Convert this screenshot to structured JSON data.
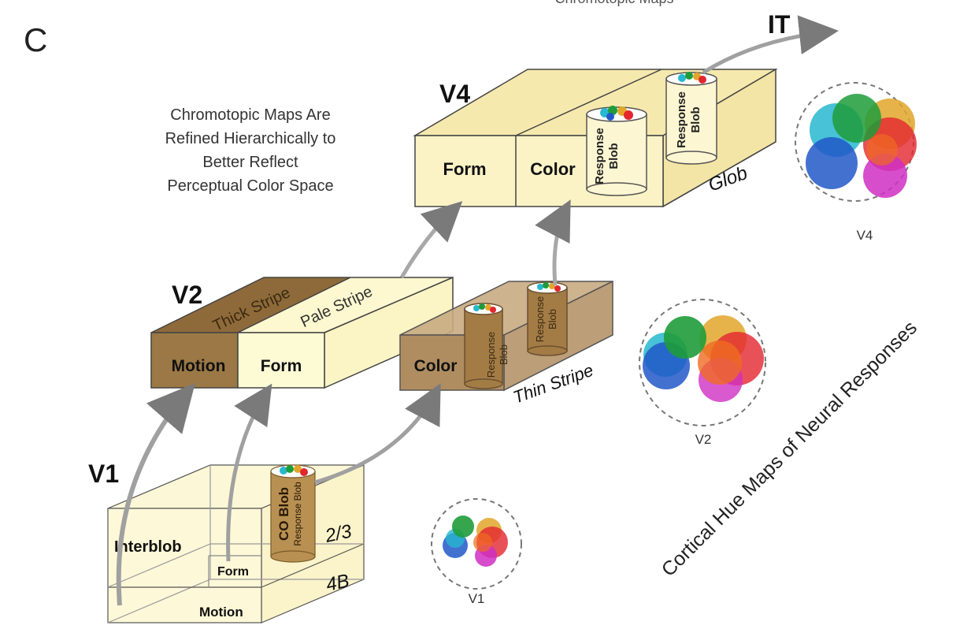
{
  "panel_letter": "C",
  "cropped_top_text": "Chromotopic Maps",
  "headline": {
    "line1": "Chromotopic Maps Are",
    "line2": "Refined Hierarchically to",
    "line3": "Better Reflect",
    "line4": "Perceptual Color Space"
  },
  "areas": {
    "v1": "V1",
    "v2": "V2",
    "v4": "V4",
    "it": "IT"
  },
  "v1_labels": {
    "interblob": "Interblob",
    "form": "Form",
    "motion": "Motion",
    "layer_23": "2/3",
    "layer_4b": "4B",
    "co_blob": "CO Blob",
    "response_blob": "Response Blob"
  },
  "v2_labels": {
    "thick_stripe": "Thick Stripe",
    "pale_stripe": "Pale Stripe",
    "thin_stripe": "Thin Stripe",
    "motion": "Motion",
    "form": "Form",
    "color": "Color",
    "response": "Response",
    "blob": "Blob"
  },
  "v4_labels": {
    "form": "Form",
    "color": "Color",
    "glob": "Glob",
    "response": "Response",
    "blob": "Blob"
  },
  "hue_maps": {
    "title": "Cortical Hue Maps of Neural Responses",
    "v1": "V1",
    "v2": "V2",
    "v4": "V4"
  },
  "colors": {
    "v4_fill": "#fbf3c6",
    "v4_top": "#f6e9ad",
    "v2_pale": "#fdfbd4",
    "v2_thick": "#9b7845",
    "v2_thin": "#b59469",
    "co_blob": "#b89052",
    "arrow": "#9a9a9a",
    "hue_red": "#e3262e",
    "hue_orange": "#ef6a22",
    "hue_yellow": "#e2a62a",
    "hue_green": "#1f9c3a",
    "hue_cyan": "#27b7cf",
    "hue_blue": "#2158c8",
    "hue_magenta": "#cf2fc3"
  }
}
